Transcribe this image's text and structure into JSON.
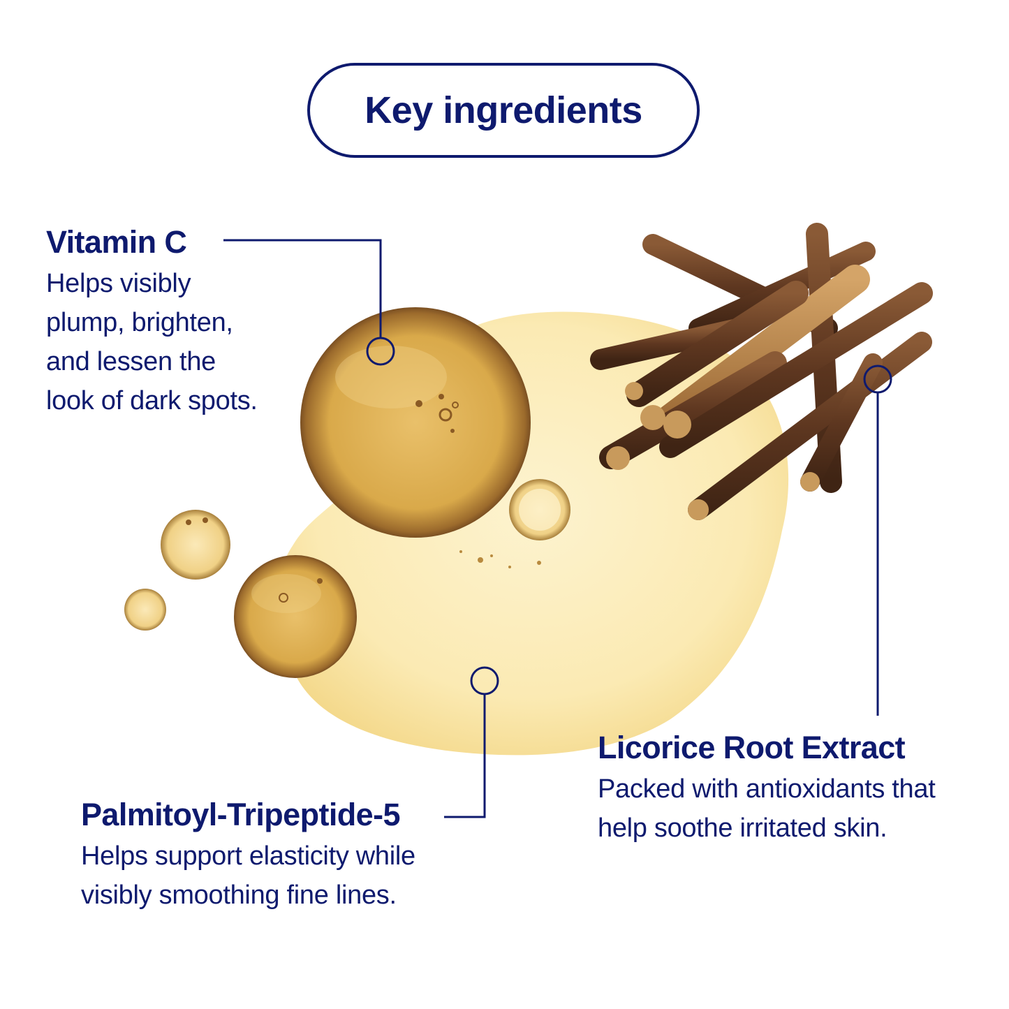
{
  "title": "Key ingredients",
  "colors": {
    "navy": "#0e1a6e",
    "oil_light": "#fbeab3",
    "oil_drop": "#d9a94a",
    "root_bark": "#6b4127",
    "root_inner": "#b98347"
  },
  "icons": {
    "callout_marker": "circle-outline-icon"
  },
  "ingredients": [
    {
      "name": "Vitamin C",
      "description_lines": [
        "Helps visibly",
        "plump, brighten,",
        "and lessen the",
        "look of dark spots."
      ]
    },
    {
      "name": "Palmitoyl-Tripeptide-5",
      "description_lines": [
        "Helps support elasticity while",
        "visibly smoothing fine lines."
      ]
    },
    {
      "name": "Licorice Root Extract",
      "description_lines": [
        "Packed with antioxidants that",
        "help soothe irritated skin."
      ]
    }
  ]
}
